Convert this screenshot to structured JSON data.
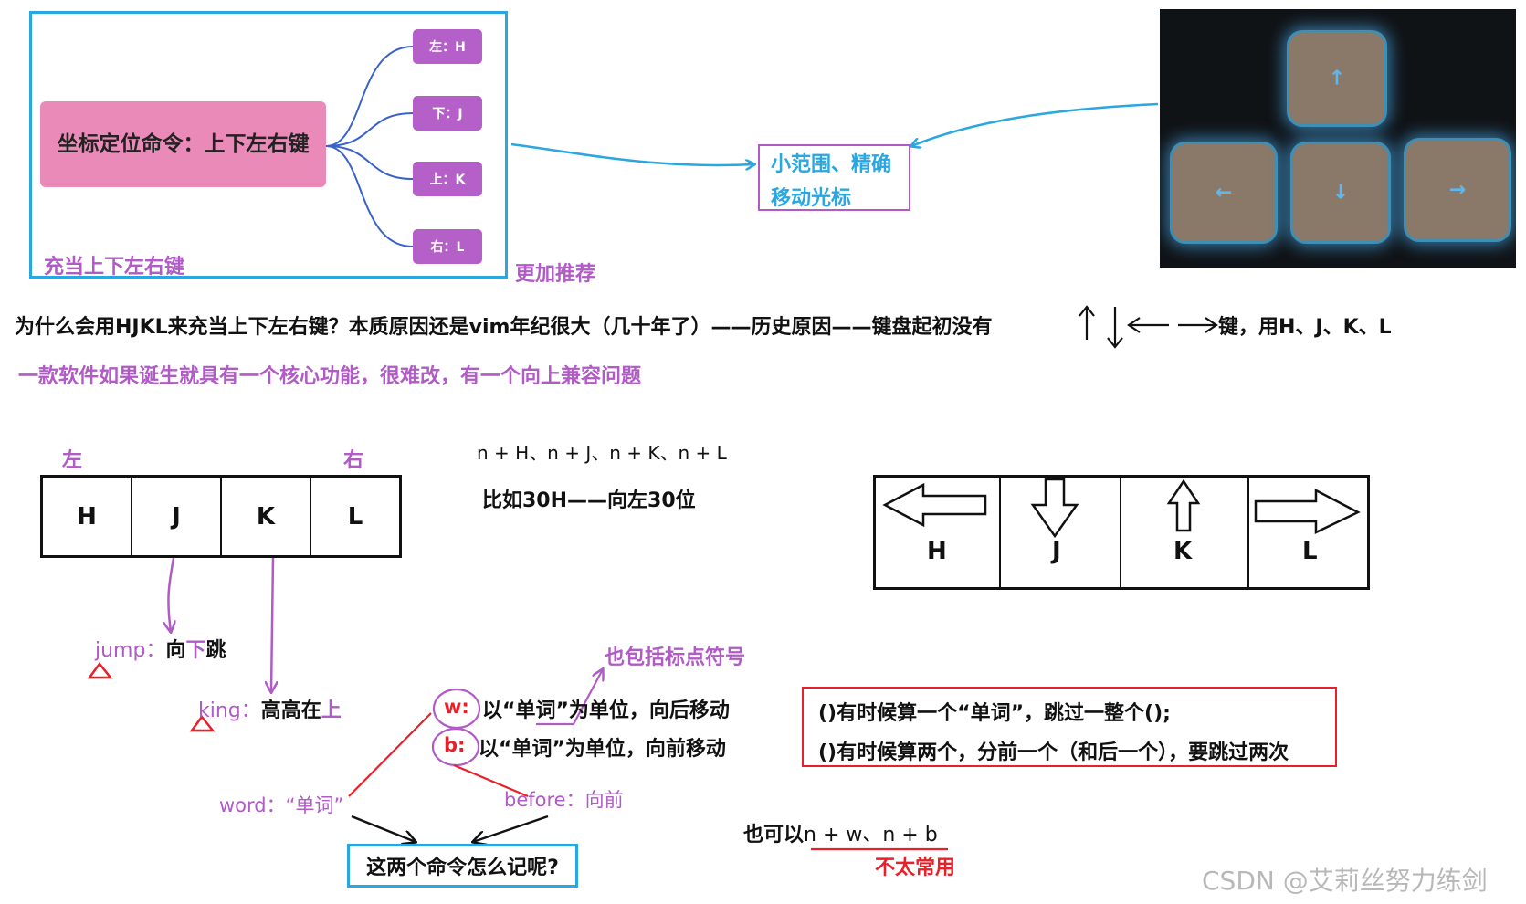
{
  "mindmap": {
    "root": "坐标定位命令：上下左右键",
    "leaves": [
      "左：H",
      "下：J",
      "上：K",
      "右：L"
    ],
    "caption": "充当上下左右键",
    "recommend": "更加推荐"
  },
  "range_box": {
    "line1": "小范围、精确",
    "line2": "移动光标"
  },
  "keyboard_photo": {
    "keys": [
      "↑",
      "←",
      "↓",
      "→"
    ]
  },
  "why_line": {
    "text": "为什么会用HJKL来充当上下左右键？本质原因还是vim年纪很大（几十年了）——历史原因——键盘起初没有",
    "tail": "键，用H、J、K、L"
  },
  "compat_line": "一款软件如果诞生就具有一个核心功能，很难改，有一个向上兼容问题",
  "hjkl": {
    "left_label": "左",
    "right_label": "右",
    "keys": [
      "H",
      "J",
      "K",
      "L"
    ]
  },
  "count_prefix": {
    "line1": "n + H、n + J、n + K、n + L",
    "line2": "比如30H——向左30位"
  },
  "arrow_table": {
    "keys": [
      "H",
      "J",
      "K",
      "L"
    ]
  },
  "mnemonics": {
    "jump": {
      "word": "jump：",
      "meaning1": "向",
      "meaning2": "下",
      "meaning3": "跳"
    },
    "king": {
      "word": "king：",
      "meaning1": "高高在",
      "meaning2": "上"
    }
  },
  "word_moves": {
    "punct_note": "也包括标点符号",
    "w": {
      "key": "w:",
      "desc": "以“单词”为单位，向后移动"
    },
    "b": {
      "key": "b:",
      "desc": "以“单词”为单位，向前移动"
    },
    "word_label": "word：“单词”",
    "before_label": "before：向前",
    "remember_box": "这两个命令怎么记呢?"
  },
  "note_box": {
    "line1": "()有时候算一个“单词”，跳过一整个();",
    "line2": "()有时候算两个，分前一个（和后一个），要跳过两次"
  },
  "count_words": {
    "text1": "也可以",
    "text2": "n + w、n + b",
    "rare": "不太常用"
  },
  "watermark": "CSDN @艾莉丝努力练剑",
  "colors": {
    "blue": "#29a7e1",
    "purple": "#b05bc6",
    "red": "#e8202a",
    "pink": "#e98ab8"
  }
}
